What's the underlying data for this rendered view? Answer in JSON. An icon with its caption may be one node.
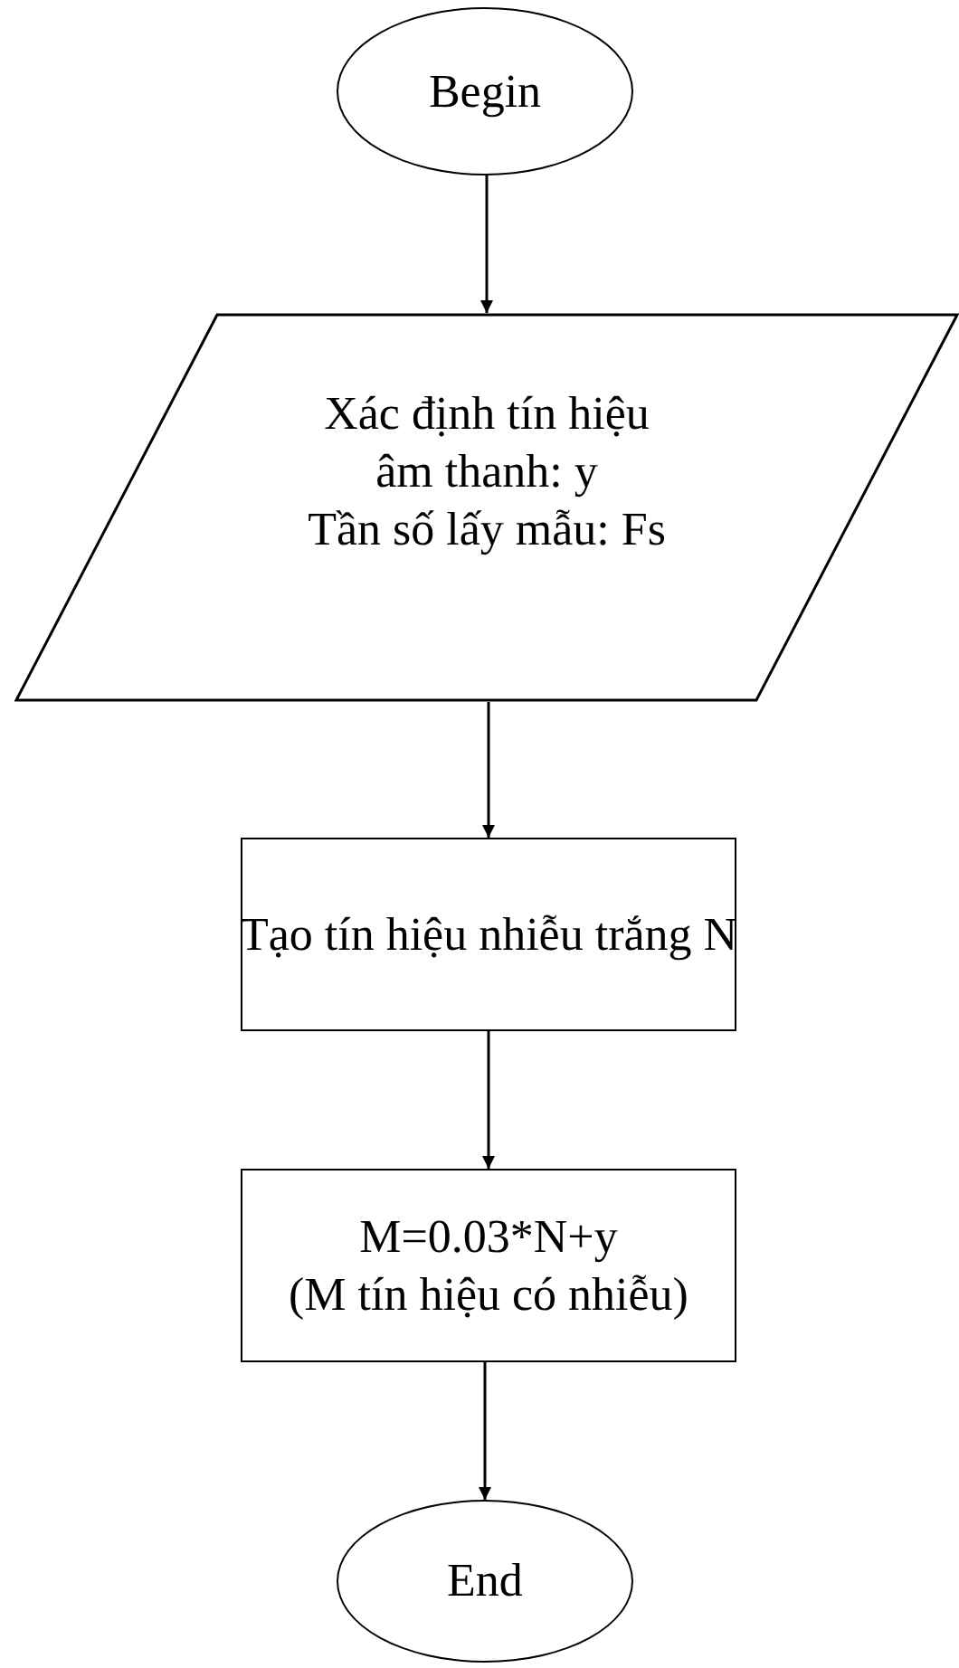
{
  "diagram": {
    "nodes": [
      {
        "text": [
          "Begin"
        ]
      },
      {
        "text": [
          "Xác định tín hiệu âm thanh: y",
          "Tần số lấy mẫu: Fs"
        ]
      },
      {
        "text": [
          "Tạo tín hiệu nhiễu trắng N"
        ]
      },
      {
        "text": [
          "M=0.03*N+y",
          "(M tín hiệu có nhiễu)"
        ]
      },
      {
        "text": [
          "End"
        ]
      }
    ],
    "edges": [
      {
        "from": 0,
        "to": 1,
        "arrow": "to"
      },
      {
        "from": 1,
        "to": 2,
        "arrow": "to"
      },
      {
        "from": 2,
        "to": 3,
        "arrow": "to"
      },
      {
        "from": 3,
        "to": 4,
        "arrow": "to"
      }
    ]
  }
}
